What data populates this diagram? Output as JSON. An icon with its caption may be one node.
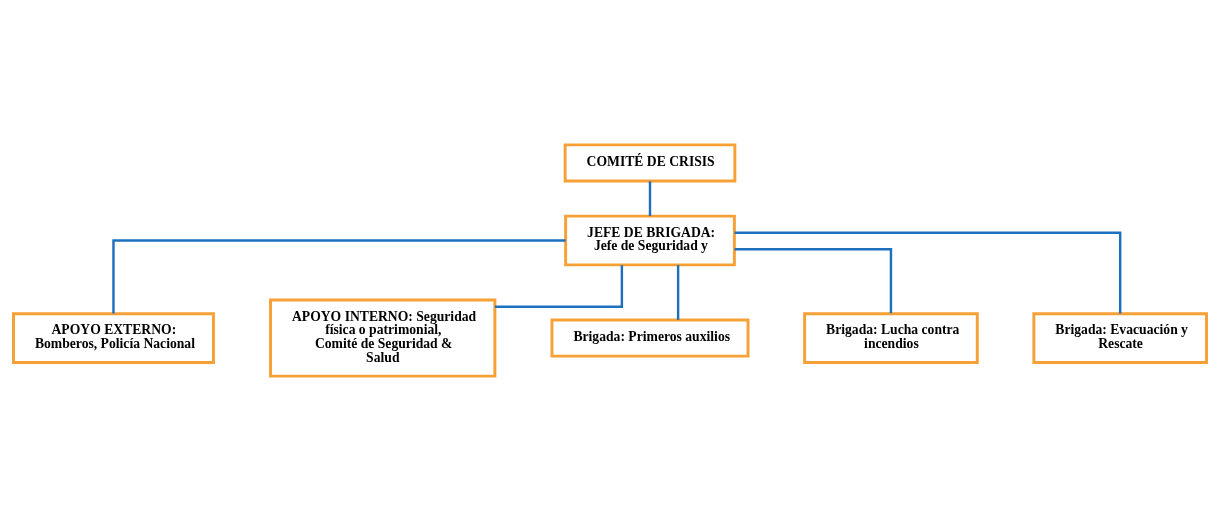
{
  "diagram": {
    "nodes": [
      {
        "text": [
          "COMITÉ DE CRISIS"
        ]
      },
      {
        "text": [
          "JEFE DE BRIGADA:",
          "Jefe de Seguridad y"
        ]
      },
      {
        "text": [
          "APOYO EXTERNO:",
          "Bomberos, Policía Nacional"
        ]
      },
      {
        "text": [
          "APOYO INTERNO: Seguridad física o patrimonial, Comité de Seguridad & Salud"
        ]
      },
      {
        "text": [
          "Brigada: Primeros auxilios"
        ]
      },
      {
        "text": [
          "Brigada: Lucha contra incendios"
        ]
      },
      {
        "text": [
          "Brigada: Evacuación y Rescate"
        ]
      }
    ],
    "edges": [
      {
        "from": 0,
        "to": 1,
        "arrow": "none"
      },
      {
        "from": 1,
        "to": 2,
        "arrow": "none"
      },
      {
        "from": 1,
        "to": 3,
        "arrow": "none"
      },
      {
        "from": 1,
        "to": 4,
        "arrow": "none"
      },
      {
        "from": 1,
        "to": 5,
        "arrow": "none"
      },
      {
        "from": 1,
        "to": 6,
        "arrow": "none"
      }
    ]
  }
}
